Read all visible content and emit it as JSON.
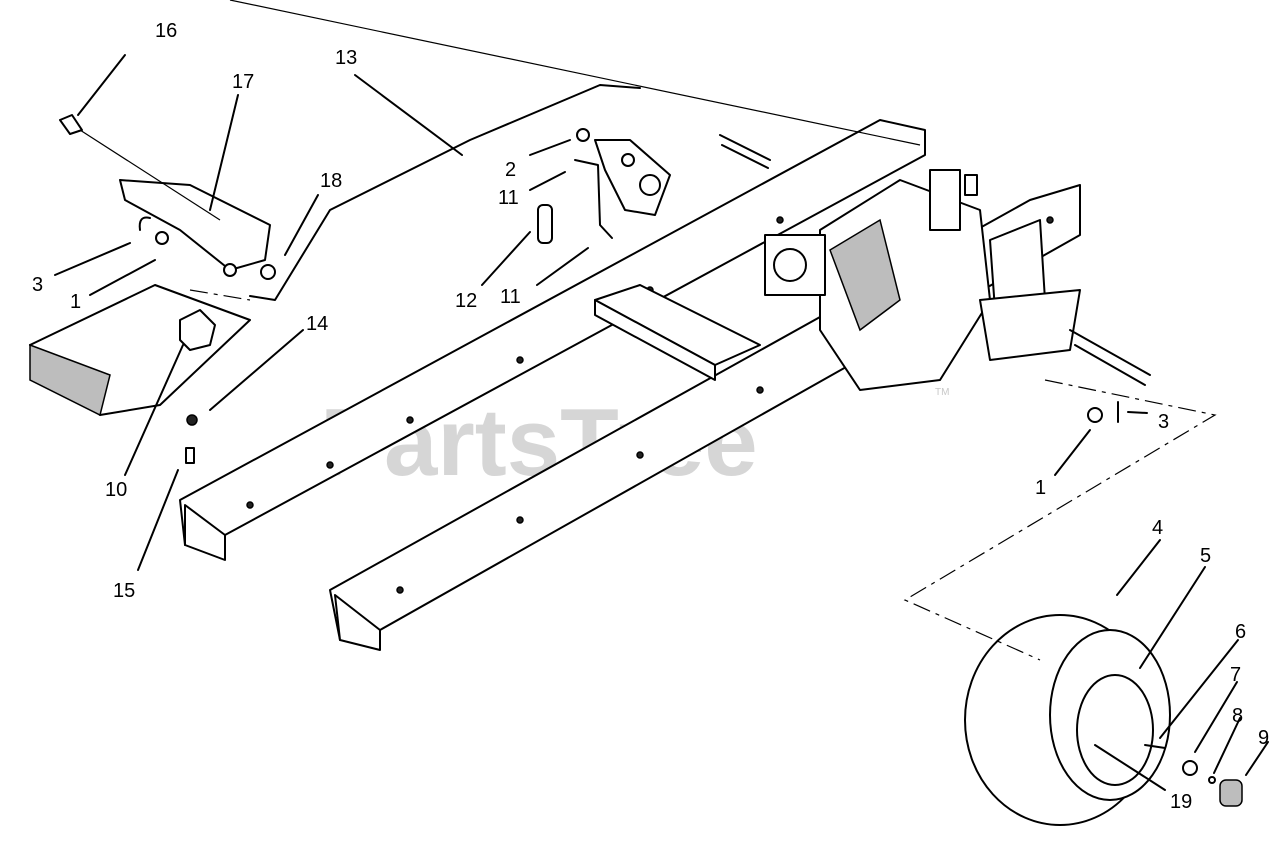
{
  "diagram": {
    "watermark": "PartsTree",
    "trademark": "TM",
    "callouts": {
      "c16": "16",
      "c17": "17",
      "c13": "13",
      "c18": "18",
      "c3a": "3",
      "c1a": "1",
      "c2": "2",
      "c11a": "11",
      "c12": "12",
      "c11b": "11",
      "c14": "14",
      "c10": "10",
      "c15": "15",
      "c3b": "3",
      "c1b": "1",
      "c4": "4",
      "c5": "5",
      "c6": "6",
      "c7": "7",
      "c8": "8",
      "c9": "9",
      "c19": "19"
    }
  }
}
